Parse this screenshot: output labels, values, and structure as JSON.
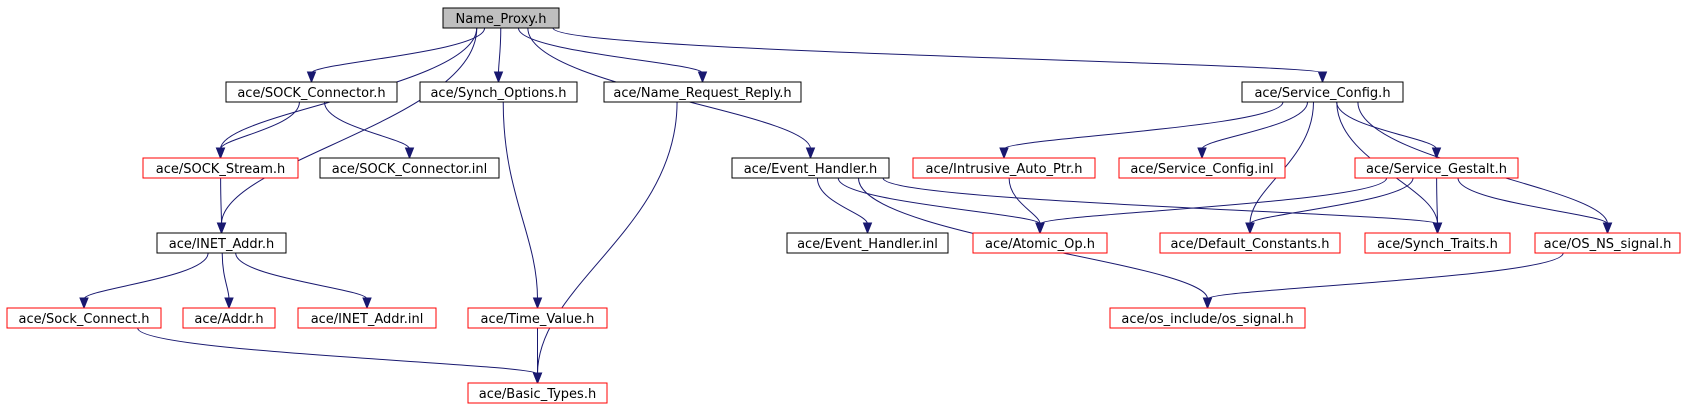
{
  "colors": {
    "root_fill": "#bfbfbf",
    "root_border": "#000000",
    "doc_border": "#000000",
    "undoc_border": "#ff0000",
    "edge": "#191970"
  },
  "nodes": {
    "name_proxy": {
      "label": "Name_Proxy.h",
      "kind": "root"
    },
    "sock_connector": {
      "label": "ace/SOCK_Connector.h",
      "kind": "doc"
    },
    "synch_options": {
      "label": "ace/Synch_Options.h",
      "kind": "doc"
    },
    "name_request_reply": {
      "label": "ace/Name_Request_Reply.h",
      "kind": "doc"
    },
    "service_config": {
      "label": "ace/Service_Config.h",
      "kind": "doc"
    },
    "sock_stream": {
      "label": "ace/SOCK_Stream.h",
      "kind": "undoc"
    },
    "sock_connector_inl": {
      "label": "ace/SOCK_Connector.inl",
      "kind": "doc"
    },
    "event_handler": {
      "label": "ace/Event_Handler.h",
      "kind": "doc"
    },
    "intrusive_auto_ptr": {
      "label": "ace/Intrusive_Auto_Ptr.h",
      "kind": "undoc"
    },
    "service_config_inl": {
      "label": "ace/Service_Config.inl",
      "kind": "undoc"
    },
    "service_gestalt": {
      "label": "ace/Service_Gestalt.h",
      "kind": "undoc"
    },
    "inet_addr": {
      "label": "ace/INET_Addr.h",
      "kind": "doc"
    },
    "event_handler_inl": {
      "label": "ace/Event_Handler.inl",
      "kind": "doc"
    },
    "atomic_op": {
      "label": "ace/Atomic_Op.h",
      "kind": "undoc"
    },
    "default_constants": {
      "label": "ace/Default_Constants.h",
      "kind": "undoc"
    },
    "synch_traits": {
      "label": "ace/Synch_Traits.h",
      "kind": "undoc"
    },
    "os_ns_signal": {
      "label": "ace/OS_NS_signal.h",
      "kind": "undoc"
    },
    "sock_connect": {
      "label": "ace/Sock_Connect.h",
      "kind": "undoc"
    },
    "addr": {
      "label": "ace/Addr.h",
      "kind": "undoc"
    },
    "inet_addr_inl": {
      "label": "ace/INET_Addr.inl",
      "kind": "undoc"
    },
    "time_value": {
      "label": "ace/Time_Value.h",
      "kind": "undoc"
    },
    "os_signal": {
      "label": "ace/os_include/os_signal.h",
      "kind": "undoc"
    },
    "basic_types": {
      "label": "ace/Basic_Types.h",
      "kind": "undoc"
    }
  },
  "edges": [
    [
      "name_proxy",
      "sock_connector"
    ],
    [
      "name_proxy",
      "synch_options"
    ],
    [
      "name_proxy",
      "name_request_reply"
    ],
    [
      "name_proxy",
      "service_config"
    ],
    [
      "name_proxy",
      "sock_stream"
    ],
    [
      "name_proxy",
      "inet_addr"
    ],
    [
      "name_proxy",
      "event_handler"
    ],
    [
      "sock_connector",
      "sock_stream"
    ],
    [
      "sock_connector",
      "sock_connector_inl"
    ],
    [
      "sock_stream",
      "inet_addr"
    ],
    [
      "inet_addr",
      "sock_connect"
    ],
    [
      "inet_addr",
      "addr"
    ],
    [
      "inet_addr",
      "inet_addr_inl"
    ],
    [
      "sock_connect",
      "basic_types"
    ],
    [
      "synch_options",
      "time_value"
    ],
    [
      "time_value",
      "basic_types"
    ],
    [
      "name_request_reply",
      "basic_types"
    ],
    [
      "event_handler",
      "event_handler_inl"
    ],
    [
      "event_handler",
      "atomic_op"
    ],
    [
      "event_handler",
      "synch_traits"
    ],
    [
      "event_handler",
      "os_signal"
    ],
    [
      "service_config",
      "intrusive_auto_ptr"
    ],
    [
      "service_config",
      "service_config_inl"
    ],
    [
      "service_config",
      "service_gestalt"
    ],
    [
      "service_config",
      "default_constants"
    ],
    [
      "service_config",
      "synch_traits"
    ],
    [
      "service_config",
      "os_ns_signal"
    ],
    [
      "intrusive_auto_ptr",
      "atomic_op"
    ],
    [
      "service_gestalt",
      "atomic_op"
    ],
    [
      "service_gestalt",
      "default_constants"
    ],
    [
      "service_gestalt",
      "synch_traits"
    ],
    [
      "service_gestalt",
      "os_ns_signal"
    ],
    [
      "os_ns_signal",
      "os_signal"
    ]
  ]
}
